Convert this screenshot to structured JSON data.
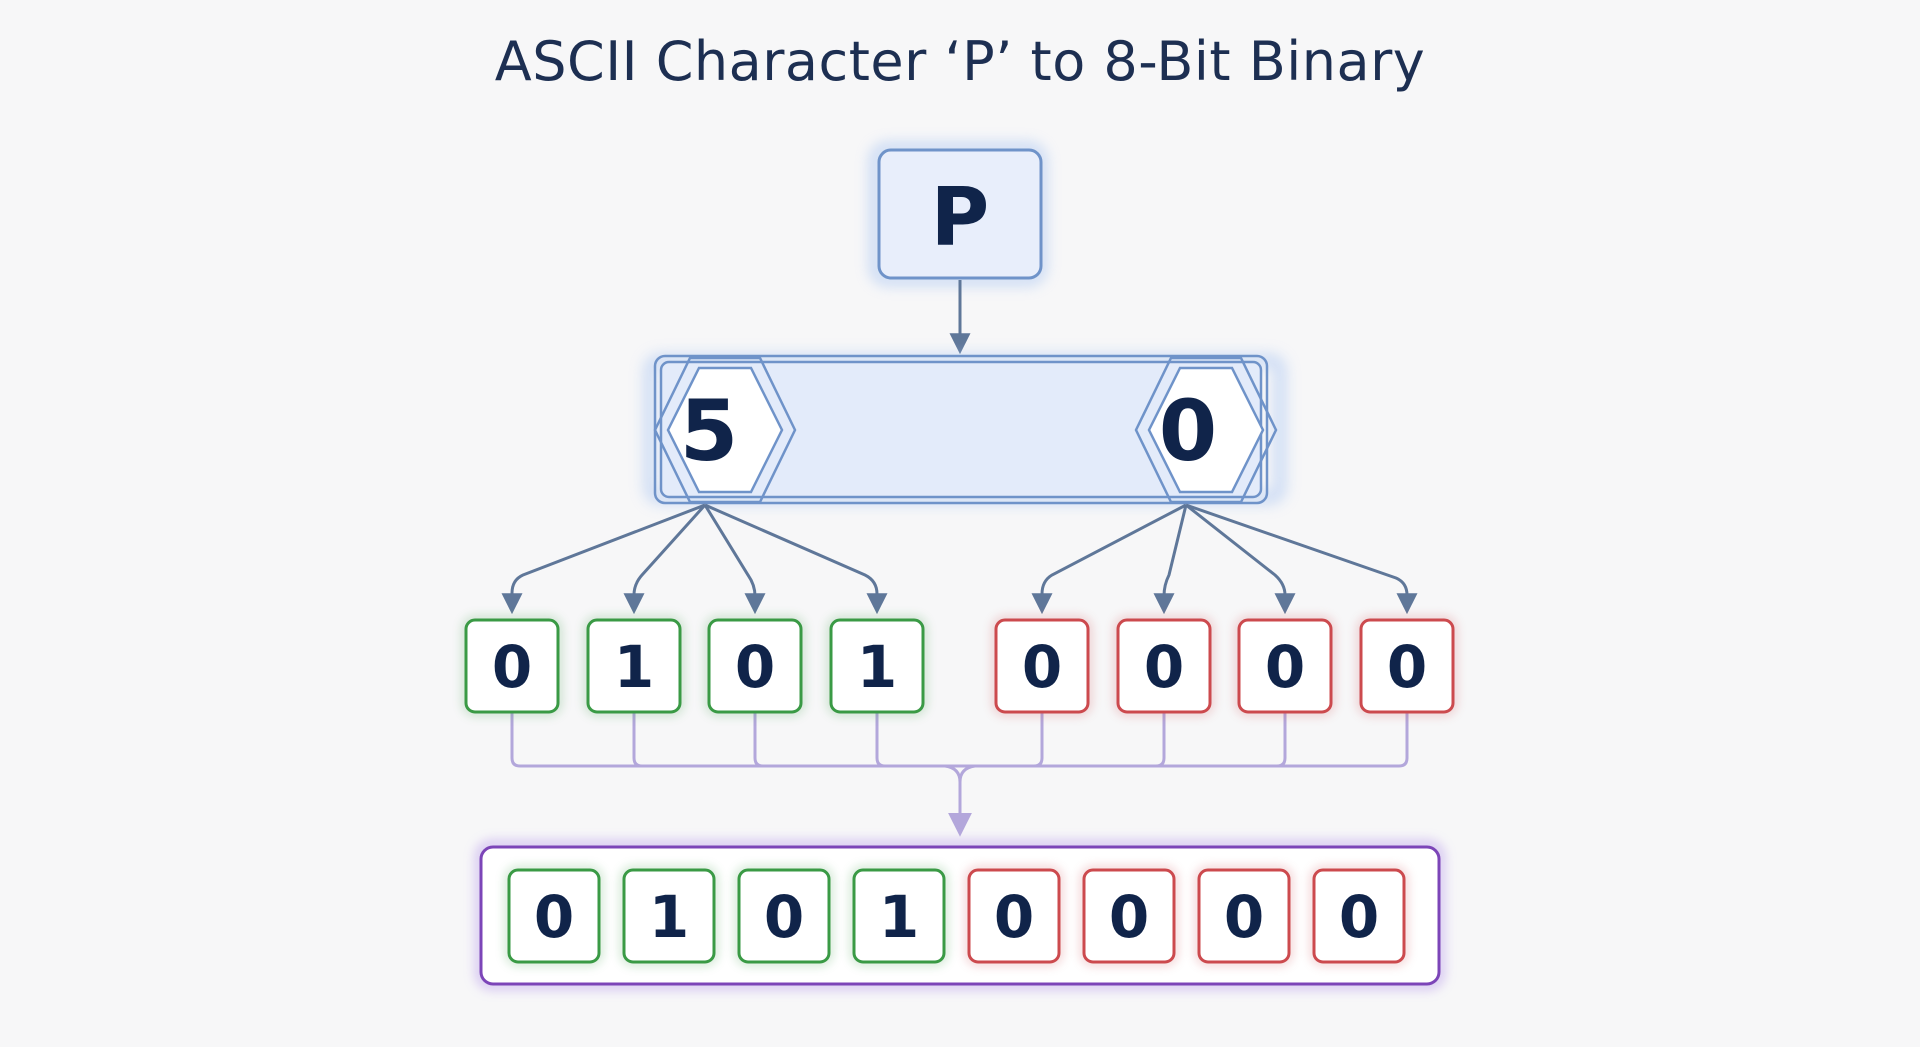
{
  "title": "ASCII Character ‘P’ to 8-Bit Binary",
  "character": "P",
  "hex_digits": [
    "5",
    "0"
  ],
  "nibbles": [
    {
      "bits": [
        "0",
        "1",
        "0",
        "1"
      ],
      "color": "#3a9a45"
    },
    {
      "bits": [
        "0",
        "0",
        "0",
        "0"
      ],
      "color": "#cc4a4e"
    }
  ],
  "result_bits": [
    "0",
    "1",
    "0",
    "1",
    "0",
    "0",
    "0",
    "0"
  ],
  "colors": {
    "title": "#1d2f52",
    "char_box": "#6f93c9",
    "hex_box": "#6f93c9",
    "arrows": "#5f7799",
    "merge_lines": "#b3a7db",
    "result_frame": "#7c45b8",
    "green": "#3a9a45",
    "red": "#cc4a4e"
  }
}
